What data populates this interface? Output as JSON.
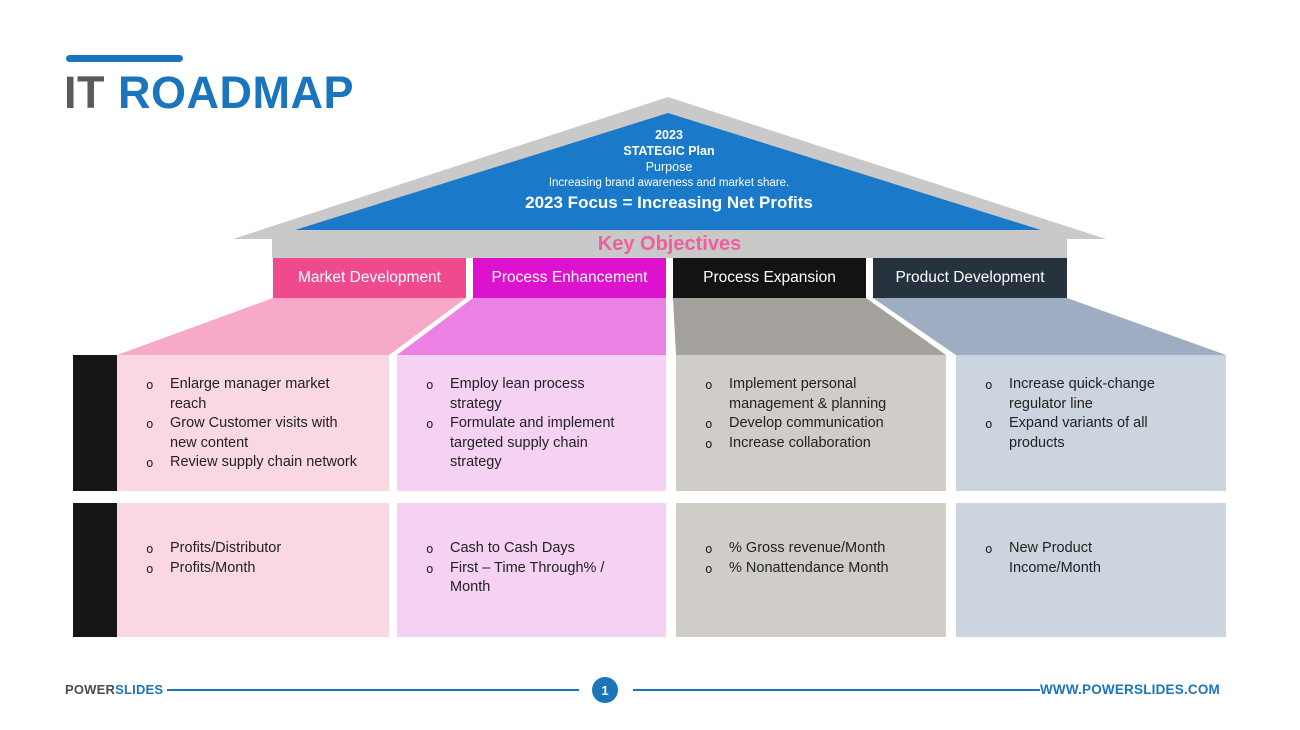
{
  "slide": {
    "title": {
      "prefix": "IT",
      "main": "ROADMAP"
    },
    "roof": {
      "year": "2023",
      "plan": "STATEGIC Plan",
      "purpose_label": "Purpose",
      "purpose_text": "Increasing brand awareness and market share.",
      "focus": "2023 Focus = Increasing Net Profits"
    },
    "band_label": "Key Objectives",
    "bullet_marker": "o",
    "columns": [
      {
        "title": "Market Development",
        "colors": {
          "header": "#F04A8F",
          "trapezoid": "#F8A8C9",
          "box": "#F9D8E3"
        },
        "row1_items": [
          "Enlarge manager market\nreach",
          "Grow Customer visits with\nnew content",
          "Review supply chain network"
        ],
        "row2_items": [
          "Profits/Distributor",
          "Profits/Month"
        ]
      },
      {
        "title": "Process Enhancement",
        "colors": {
          "header": "#DD12CE",
          "trapezoid": "#EB81E2",
          "box": "#F5D1F3"
        },
        "row1_items": [
          "Employ lean process\nstrategy",
          "Formulate and implement\ntargeted supply chain\nstrategy"
        ],
        "row2_items": [
          "Cash to Cash Days",
          "First – Time Through% /\nMonth"
        ]
      },
      {
        "title": "Process Expansion",
        "colors": {
          "header": "#131313",
          "trapezoid": "#A4A19D",
          "box": "#D0CDC9"
        },
        "row1_items": [
          "Implement personal\nmanagement & planning",
          "Develop communication",
          "Increase collaboration"
        ],
        "row2_items": [
          "% Gross revenue/Month",
          "% Nonattendance Month"
        ]
      },
      {
        "title": "Product Development",
        "colors": {
          "header": "#27323F",
          "trapezoid": "#9FADC3",
          "box": "#CCD4DF"
        },
        "row1_items": [
          "Increase quick-change\nregulator line",
          "Expand variants of all\nproducts"
        ],
        "row2_items": [
          "New Product\nIncome/Month"
        ]
      }
    ],
    "footer": {
      "brand_dark": "POWER",
      "brand_blue": "SLIDES",
      "page_number": "1",
      "website": "WWW.POWERSLIDES.COM"
    },
    "theme": {
      "accent_blue": "#1B75BC",
      "roof_blue": "#1A79C9",
      "roof_gray": "#C9C9C9",
      "key_objectives_pink": "#F05F9D",
      "title_gray": "#595A5C",
      "bar_black": "#161616",
      "text_dark": "#222222"
    }
  }
}
